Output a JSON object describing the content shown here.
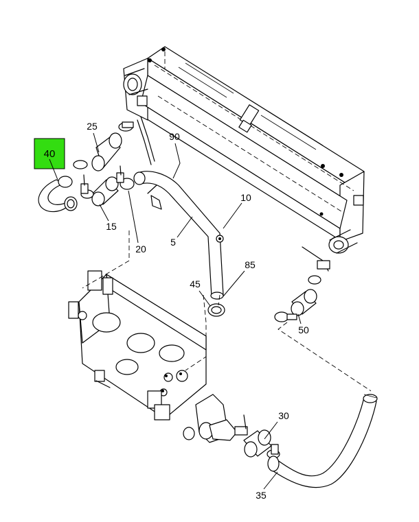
{
  "callouts": [
    {
      "id": "c40",
      "label": "40",
      "highlighted": true
    },
    {
      "id": "c25",
      "label": "25"
    },
    {
      "id": "c90",
      "label": "90"
    },
    {
      "id": "c10",
      "label": "10"
    },
    {
      "id": "c15",
      "label": "15"
    },
    {
      "id": "c20",
      "label": "20"
    },
    {
      "id": "c5",
      "label": "5"
    },
    {
      "id": "c85",
      "label": "85"
    },
    {
      "id": "c45",
      "label": "45"
    },
    {
      "id": "c50",
      "label": "50"
    },
    {
      "id": "c30",
      "label": "30"
    },
    {
      "id": "c35",
      "label": "35"
    }
  ],
  "colors": {
    "highlight": "#33dd11",
    "line": "#000000",
    "background": "#ffffff"
  }
}
